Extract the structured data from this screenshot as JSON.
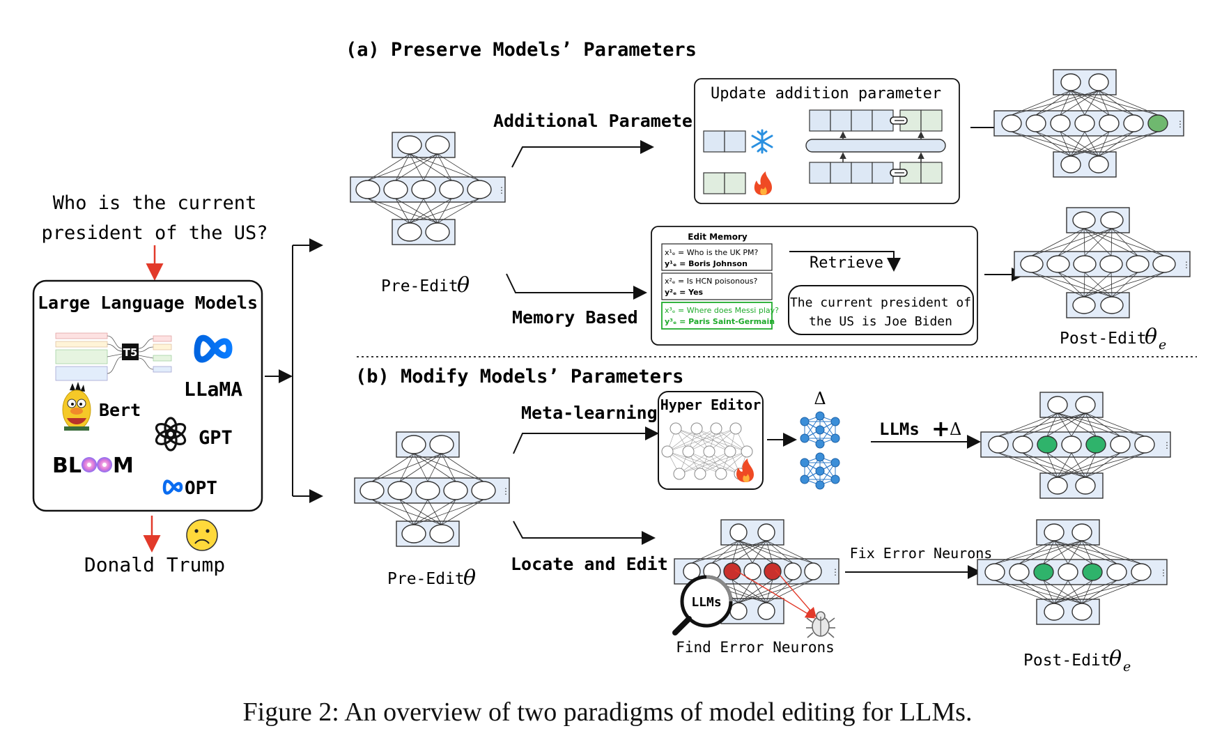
{
  "figure": {
    "caption": "Figure 2: An overview of two paradigms of model editing for LLMs."
  },
  "left": {
    "question_line1": "Who is the current",
    "question_line2": "president of the US?",
    "box_title": "Large Language Models",
    "models": {
      "t5": "T5",
      "llama": "LLaMA",
      "bert": "Bert",
      "gpt": "GPT",
      "bloom_pre": "BL",
      "bloom_post": "M",
      "opt": "OPT"
    },
    "answer": "Donald Trump"
  },
  "section_a": {
    "title": "(a) Preserve Models’ Parameters",
    "branch_top": "Additional Parameters",
    "branch_bottom": "Memory Based",
    "pre_edit_label": "Pre-Edit",
    "theta": "θ",
    "update_title": "Update addition parameter",
    "edit_memory": {
      "title": "Edit Memory",
      "entries": [
        {
          "x": "x¹ₑ = Who is the UK PM?",
          "y": "y¹ₑ = Boris Johnson",
          "highlight": false
        },
        {
          "x": "x²ₑ = Is HCN poisonous?",
          "y": "y²ₑ = Yes",
          "highlight": false
        },
        {
          "x": "x³ₑ = Where does Messi play?",
          "y": "y³ₑ = Paris Saint-Germain",
          "highlight": true
        }
      ]
    },
    "retrieve": "Retrieve",
    "retrieved_line1": "The current president of",
    "retrieved_line2": "the US is Joe Biden",
    "post_edit_label": "Post-Edit",
    "theta_e": "θ",
    "theta_e_sub": "e"
  },
  "section_b": {
    "title": "(b) Modify Models’ Parameters",
    "branch_top": "Meta-learning",
    "branch_bottom": "Locate and Edit",
    "hyper_editor": "Hyper Editor",
    "delta": "Δ",
    "llms_plus_delta": "LLMs",
    "plus": "+",
    "delta2": "Δ",
    "pre_edit_label": "Pre-Edit",
    "theta": "θ",
    "fix_error": "Fix Error Neurons",
    "find_error": "Find Error Neurons",
    "magnifier_label": "LLMs",
    "post_edit_label": "Post-Edit",
    "theta_e": "θ",
    "theta_e_sub": "e"
  },
  "colors": {
    "node_fill": "#e3ecf8",
    "edge": "#333333",
    "red_arrow": "#e23a2a",
    "error_neuron": "#c9302c",
    "fixed_neuron": "#2fb36b",
    "memory_green": "#1faa2b",
    "ice_blue": "#2a90e0",
    "fire": "#ef4a24",
    "frozen_block": "#dde8f5",
    "trainable_block": "#e0eddf"
  },
  "icons": [
    "snowflake-icon",
    "fire-icon",
    "meta-logo-icon",
    "openai-logo-icon",
    "bert-icon",
    "sad-face-icon",
    "magnifier-icon",
    "bug-icon",
    "network-icon"
  ]
}
